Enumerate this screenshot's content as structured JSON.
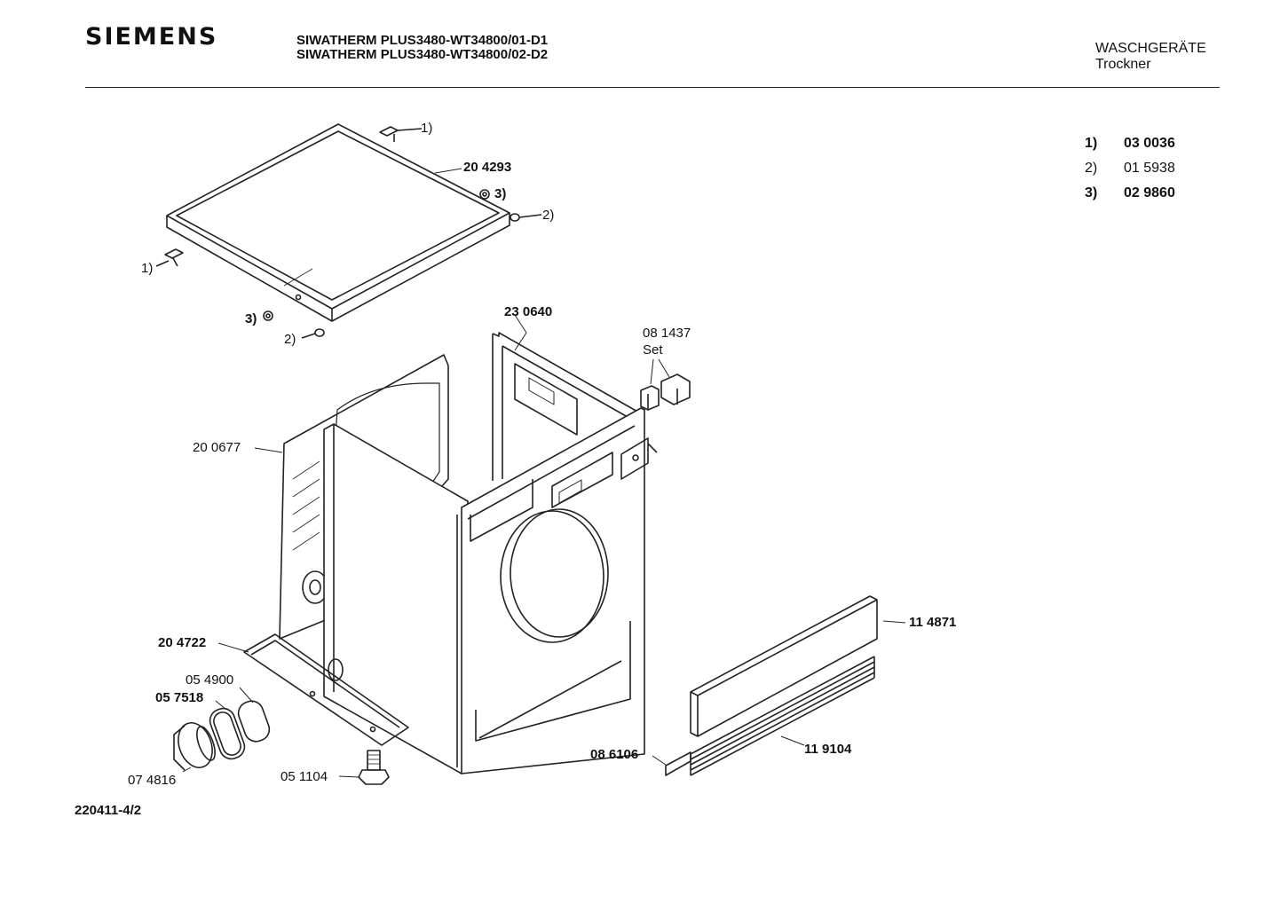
{
  "header": {
    "brand": "SIEMENS",
    "model_line_1": "SIWATHERM PLUS3480-WT34800/01-D1",
    "model_line_2": "SIWATHERM PLUS3480-WT34800/02-D2",
    "category": "WASCHGERÄTE",
    "subcategory": "Trockner"
  },
  "legend": [
    {
      "key": "1)",
      "part": "03 0036"
    },
    {
      "key": "2)",
      "part": "01 5938"
    },
    {
      "key": "3)",
      "part": "02 9860"
    }
  ],
  "parts": {
    "top_cover": "20 4293",
    "rear_panel": "23 0640",
    "connector_set_number": "08 1437",
    "connector_set_label": "Set",
    "side_panel": "20 0677",
    "base_frame": "20 4722",
    "seal": "05 4900",
    "door_seal": "05 7518",
    "hose_adapter": "07 4816",
    "foot": "05 1104",
    "kick_plate": "11 4871",
    "grille": "11 9104",
    "strip": "08 6106"
  },
  "callouts": {
    "ref1_top": "1)",
    "ref1_left": "1)",
    "ref2_right": "2)",
    "ref2_bottom": "2)",
    "ref3_top": "3)",
    "ref3_left": "3)"
  },
  "footer": {
    "drawing_number": "220411-4/2"
  }
}
